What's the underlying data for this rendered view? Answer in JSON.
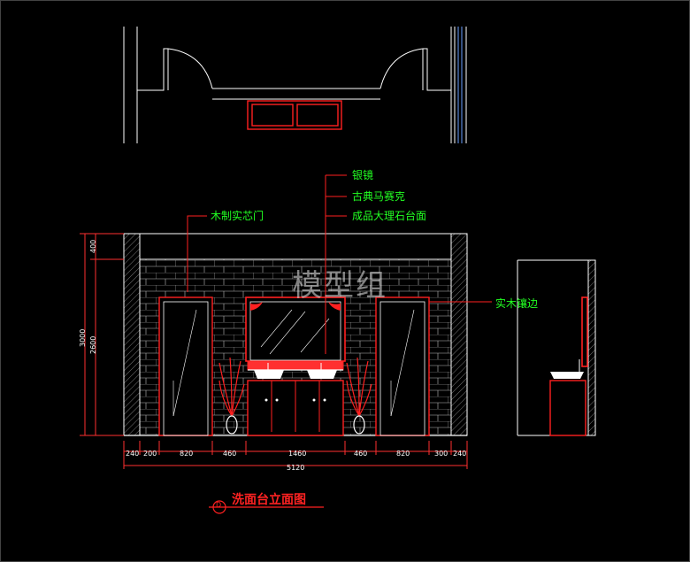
{
  "colors": {
    "background": "#000000",
    "line_white": "#ffffff",
    "line_red": "#ff2020",
    "text_green": "#22ff22",
    "dim_red": "#ff3030"
  },
  "labels": {
    "silver_mirror": "银镜",
    "classic_mosaic": "古典马赛克",
    "marble_top": "成品大理石台面",
    "wood_door": "木制实芯门",
    "wood_edge": "实木镶边"
  },
  "dimensions": {
    "horizontal": [
      "240",
      "200",
      "820",
      "460",
      "1460",
      "460",
      "820",
      "300",
      "240"
    ],
    "total_width": "5120",
    "vertical_total": "3000",
    "vertical_top": "400",
    "vertical_main": "2600"
  },
  "drawing_title": "洗面台立面图",
  "title_symbol": "D",
  "watermark": "模型组"
}
